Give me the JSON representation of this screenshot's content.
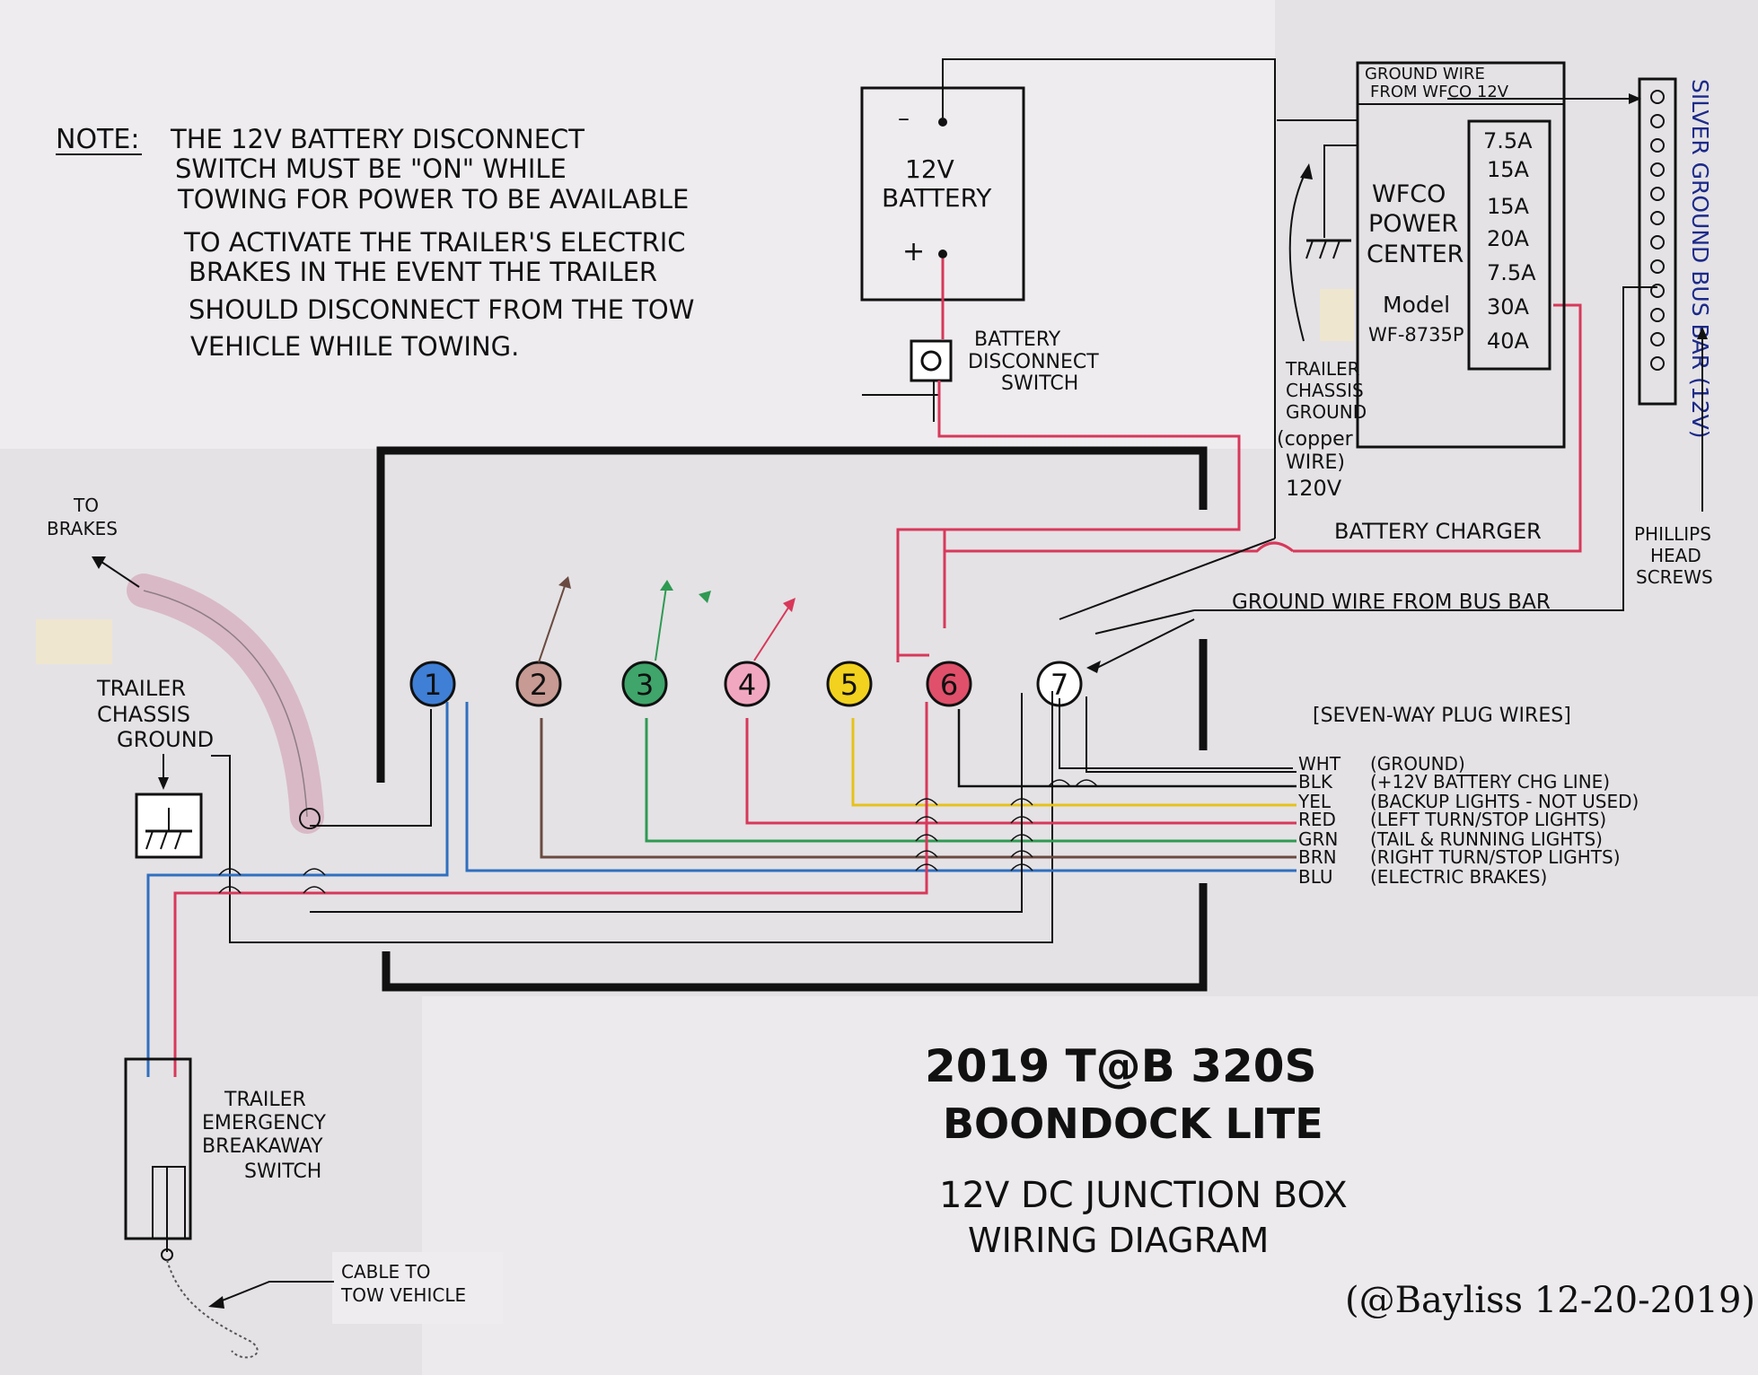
{
  "note": {
    "label": "NOTE:",
    "lines": [
      "THE 12V BATTERY DISCONNECT",
      "SWITCH MUST BE \"ON\" WHILE",
      "TOWING FOR POWER TO BE AVAILABLE",
      "TO ACTIVATE THE TRAILER'S ELECTRIC",
      "BRAKES IN THE EVENT THE TRAILER",
      "SHOULD DISCONNECT FROM THE TOW",
      "VEHICLE WHILE TOWING."
    ]
  },
  "battery": {
    "line1": "12V",
    "line2": "BATTERY",
    "neg": "–",
    "pos": "+"
  },
  "disconnect": {
    "line1": "BATTERY",
    "line2": "DISCONNECT",
    "line3": "SWITCH"
  },
  "wfco": {
    "ground_label_1": "GROUND WIRE",
    "ground_label_2": "FROM WFCO 12V",
    "name_1": "WFCO",
    "name_2": "POWER",
    "name_3": "CENTER",
    "model_1": "Model",
    "model_2": "WF-8735P",
    "fuses": [
      "7.5A",
      "15A",
      "15A",
      "20A",
      "7.5A",
      "30A",
      "40A"
    ]
  },
  "chassis_ground_right": {
    "lines": [
      "TRAILER",
      "CHASSIS",
      "GROUND",
      "(copper",
      "WIRE)",
      "120V"
    ]
  },
  "battery_charger": "BATTERY CHARGER",
  "bus_bar": {
    "label": "SILVER GROUND BUS BAR (12V)"
  },
  "phillips": {
    "lines": [
      "PHILLIPS",
      "HEAD",
      "SCREWS"
    ]
  },
  "ground_from_bus": "GROUND WIRE FROM BUS BAR",
  "to_brakes": {
    "line1": "TO",
    "line2": "BRAKES"
  },
  "chassis_ground_left": {
    "line1": "TRAILER",
    "line2": "CHASSIS",
    "line3": "GROUND"
  },
  "terminals": [
    {
      "num": "1",
      "color": "#3f7fd6"
    },
    {
      "num": "2",
      "color": "#c79a93"
    },
    {
      "num": "3",
      "color": "#3fa56a"
    },
    {
      "num": "4",
      "color": "#f2a7c0"
    },
    {
      "num": "5",
      "color": "#f2d21e"
    },
    {
      "num": "6",
      "color": "#e0506a"
    },
    {
      "num": "7",
      "color": "#ffffff"
    }
  ],
  "plug_wires": {
    "title": "[SEVEN-WAY PLUG WIRES]",
    "rows": [
      {
        "code": "WHT",
        "desc": "(GROUND)"
      },
      {
        "code": "BLK",
        "desc": "(+12V BATTERY CHG LINE)"
      },
      {
        "code": "YEL",
        "desc": "(BACKUP LIGHTS - NOT USED)"
      },
      {
        "code": "RED",
        "desc": "(LEFT TURN/STOP LIGHTS)"
      },
      {
        "code": "GRN",
        "desc": "(TAIL & RUNNING LIGHTS)"
      },
      {
        "code": "BRN",
        "desc": "(RIGHT TURN/STOP LIGHTS)"
      },
      {
        "code": "BLU",
        "desc": "(ELECTRIC BRAKES)"
      }
    ]
  },
  "breakaway": {
    "line1": "TRAILER",
    "line2": "EMERGENCY",
    "line3": "BREAKAWAY",
    "line4": "SWITCH"
  },
  "cable": {
    "line1": "CABLE TO",
    "line2": "TOW VEHICLE"
  },
  "title": {
    "line1": "2019 T@B 320S",
    "line2": "BOONDOCK LITE",
    "line3": "12V DC JUNCTION BOX",
    "line4": "WIRING DIAGRAM"
  },
  "signature": "(@Bayliss 12-20-2019)",
  "colors": {
    "paper": "#e9e7ea",
    "ink": "#111111",
    "red_wire": "#d8385a",
    "blue_wire": "#2f6fc0",
    "green_wire": "#2e9a52",
    "yellow_wire": "#e6c21a",
    "brown_wire": "#6a4a40",
    "bus_label": "#1c2a8a"
  }
}
